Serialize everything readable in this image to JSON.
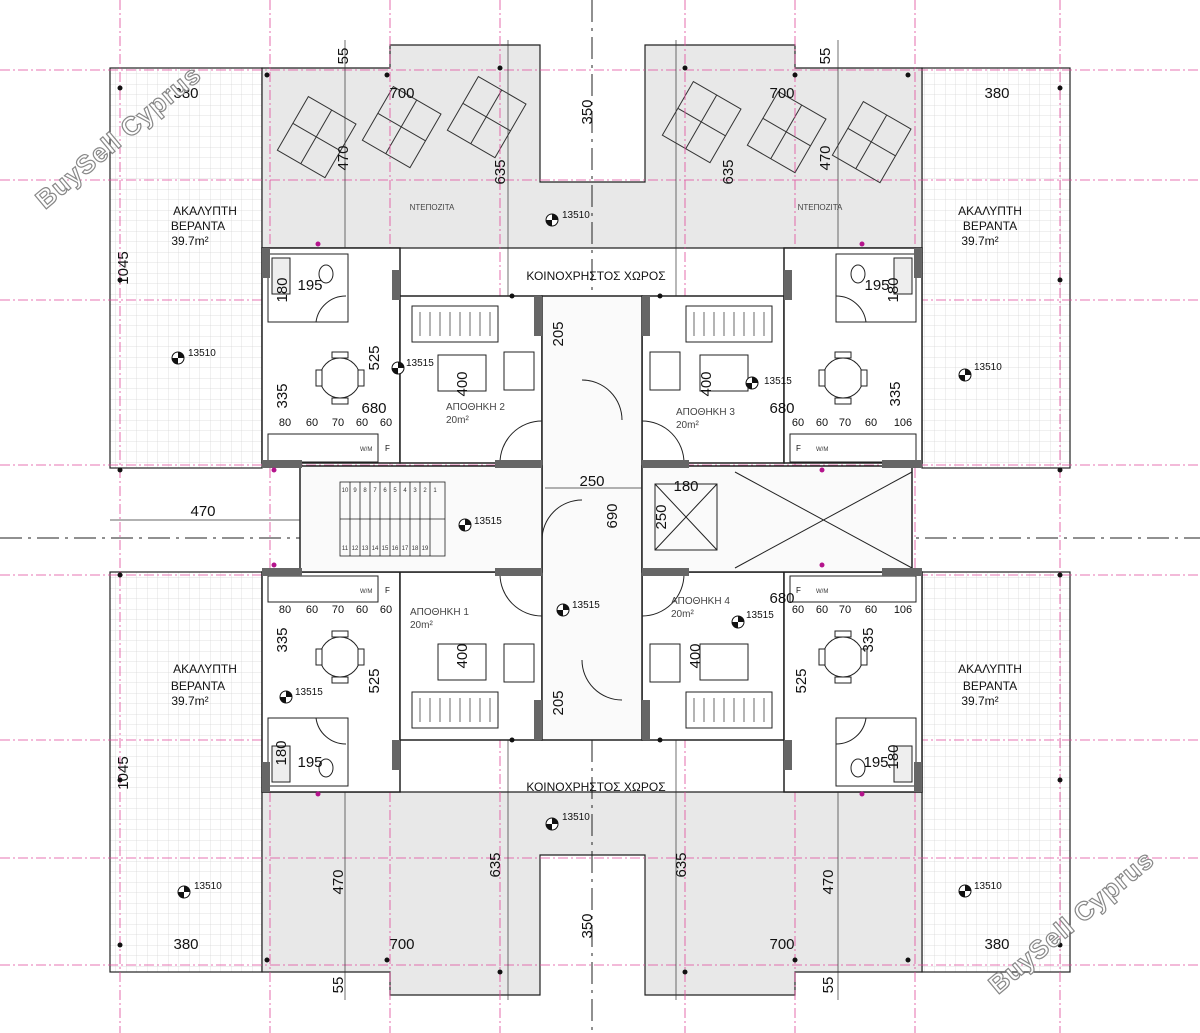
{
  "watermark": "BuySell Cyprus",
  "labels": {
    "uncovered_veranda_line1": "ΑΚΑΛΥΠΤΗ",
    "uncovered_veranda_line2": "ΒΕΡΑΝΤΑ",
    "veranda_area": "39.7m²",
    "common_area": "ΚΟΙΝΟΧΡΗΣΤΟΣ ΧΩΡΟΣ",
    "tank": "ΝΤΕΠΟΖΙΤΑ",
    "storage_1": "ΑΠΟΘΗΚΗ 1",
    "storage_2": "ΑΠΟΘΗΚΗ 2",
    "storage_3": "ΑΠΟΘΗΚΗ 3",
    "storage_4": "ΑΠΟΘΗΚΗ 4",
    "storage_area": "20m²",
    "fridge": "F",
    "washing_machine": "W/M"
  },
  "levels": {
    "terrace": "13510",
    "floor": "13515"
  },
  "dimensions": {
    "d55": "55",
    "d380": "380",
    "d700": "700",
    "d350": "350",
    "d470": "470",
    "d635": "635",
    "d1045": "1045",
    "d195": "195",
    "d180": "180",
    "d525": "525",
    "d335": "335",
    "d680": "680",
    "d400": "400",
    "d205": "205",
    "d250": "250",
    "d690": "690",
    "d60": "60",
    "d70": "70",
    "d80": "80",
    "d106": "106"
  },
  "stair_steps_top": [
    "10",
    "9",
    "8",
    "7",
    "6",
    "5",
    "4",
    "3",
    "2",
    "1"
  ],
  "stair_steps_bottom": [
    "11",
    "12",
    "13",
    "14",
    "15",
    "16",
    "17",
    "18",
    "19"
  ]
}
